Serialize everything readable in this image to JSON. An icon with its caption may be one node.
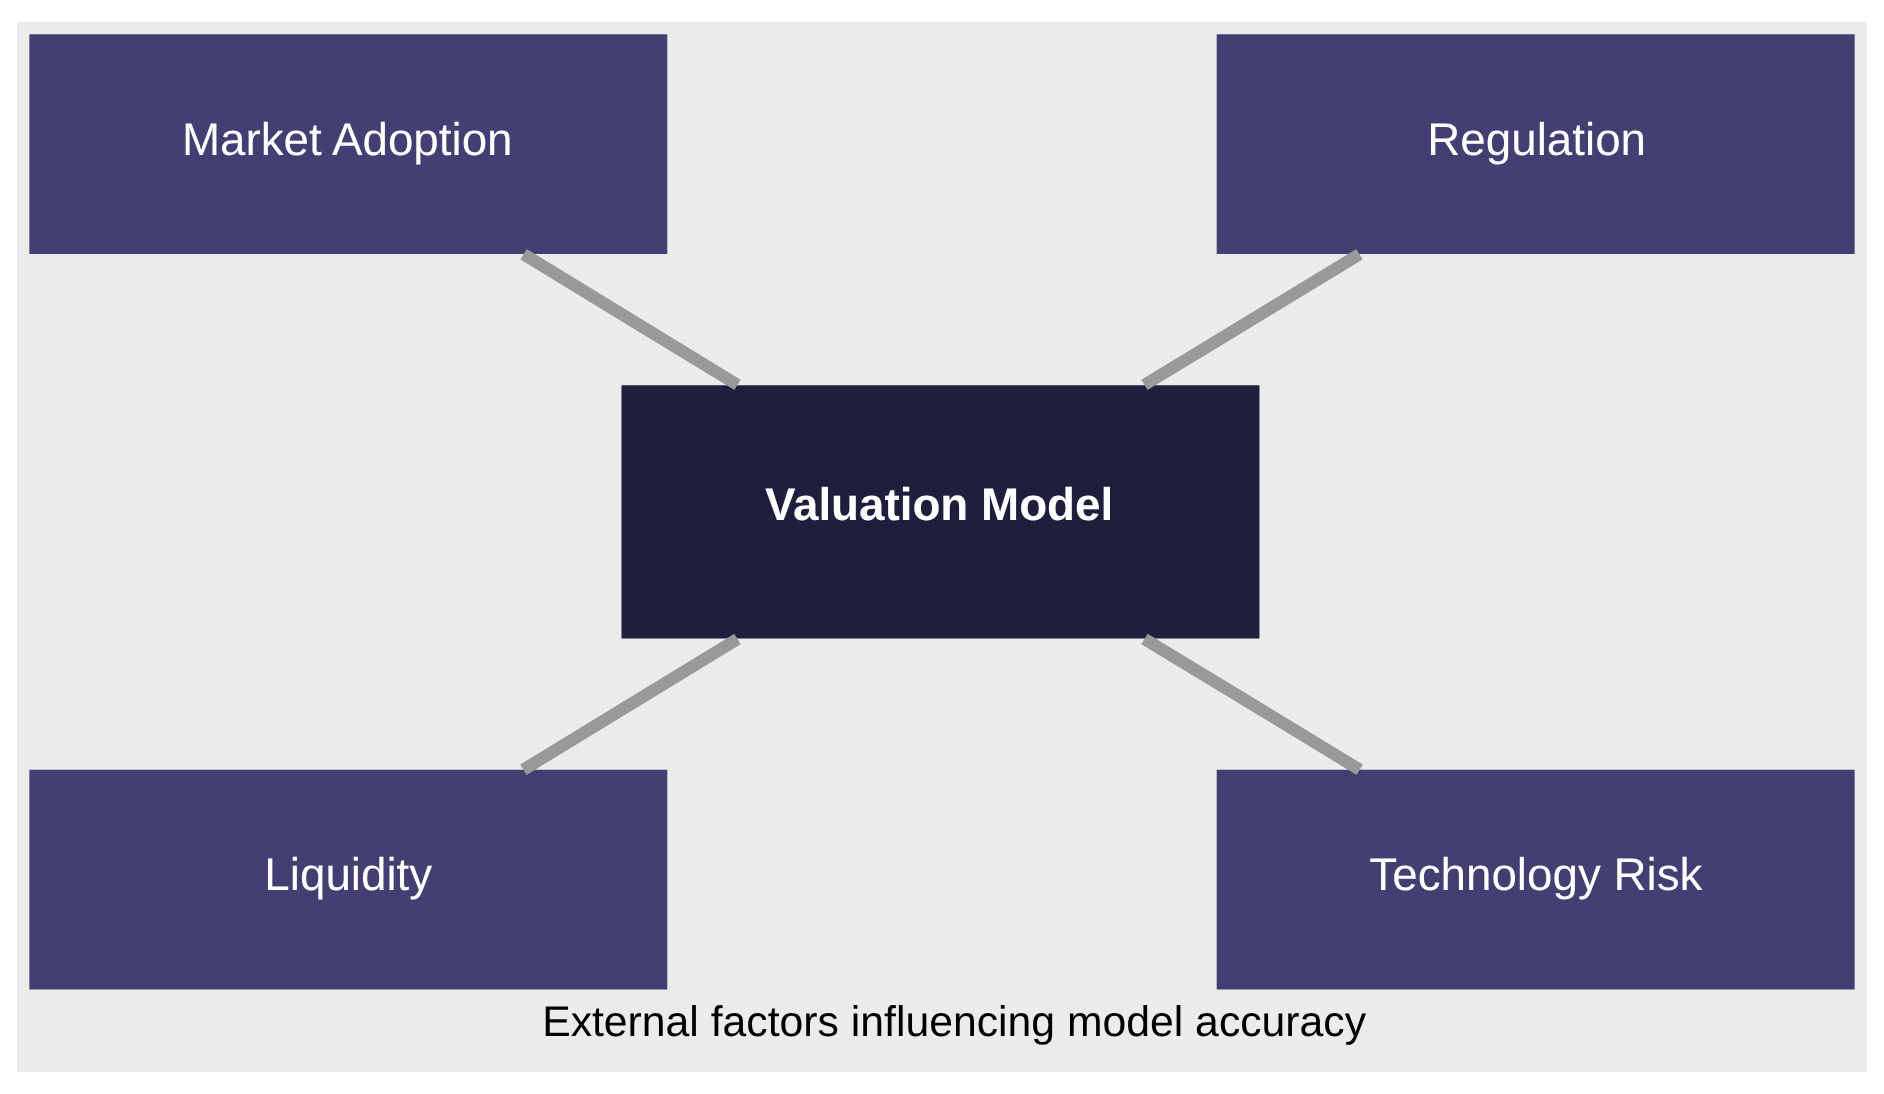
{
  "diagram": {
    "caption": "External factors influencing model accuracy",
    "nodes": [
      {
        "text": [
          "Market Adoption"
        ]
      },
      {
        "text": [
          "Regulation"
        ]
      },
      {
        "text": [
          "Valuation Model"
        ]
      },
      {
        "text": [
          "Liquidity"
        ]
      },
      {
        "text": [
          "Technology Risk"
        ]
      }
    ],
    "edges": [
      {
        "from": 0,
        "to": 2,
        "arrow": "none"
      },
      {
        "from": 1,
        "to": 2,
        "arrow": "none"
      },
      {
        "from": 2,
        "to": 3,
        "arrow": "none"
      },
      {
        "from": 2,
        "to": 4,
        "arrow": "none"
      }
    ]
  }
}
